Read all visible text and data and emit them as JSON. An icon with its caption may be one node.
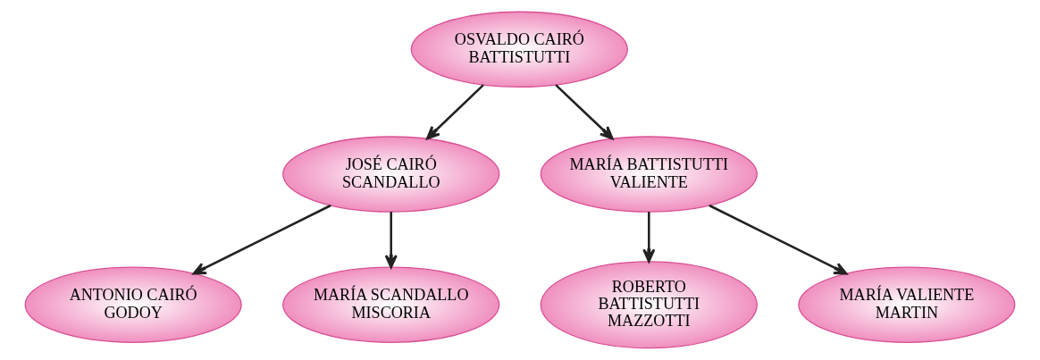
{
  "diagram": {
    "nodes": [
      {
        "text": [
          "OSVALDO CAIRÓ BATTISTUTTI"
        ]
      },
      {
        "text": [
          "JOSÉ CAIRÓ SCANDALLO"
        ]
      },
      {
        "text": [
          "MARÍA BATTISTUTTI VALIENTE"
        ]
      },
      {
        "text": [
          "ANTONIO CAIRÓ GODOY"
        ]
      },
      {
        "text": [
          "MARÍA SCANDALLO MISCORIA"
        ]
      },
      {
        "text": [
          "ROBERTO BATTISTUTTI MAZZOTTI"
        ]
      },
      {
        "text": [
          "MARÍA VALIENTE MARTIN"
        ]
      }
    ],
    "edges": [
      {
        "from": 0,
        "to": 1,
        "arrow": "to"
      },
      {
        "from": 0,
        "to": 2,
        "arrow": "to"
      },
      {
        "from": 1,
        "to": 3,
        "arrow": "to"
      },
      {
        "from": 1,
        "to": 4,
        "arrow": "to"
      },
      {
        "from": 2,
        "to": 5,
        "arrow": "to"
      },
      {
        "from": 2,
        "to": 6,
        "arrow": "to"
      }
    ]
  }
}
